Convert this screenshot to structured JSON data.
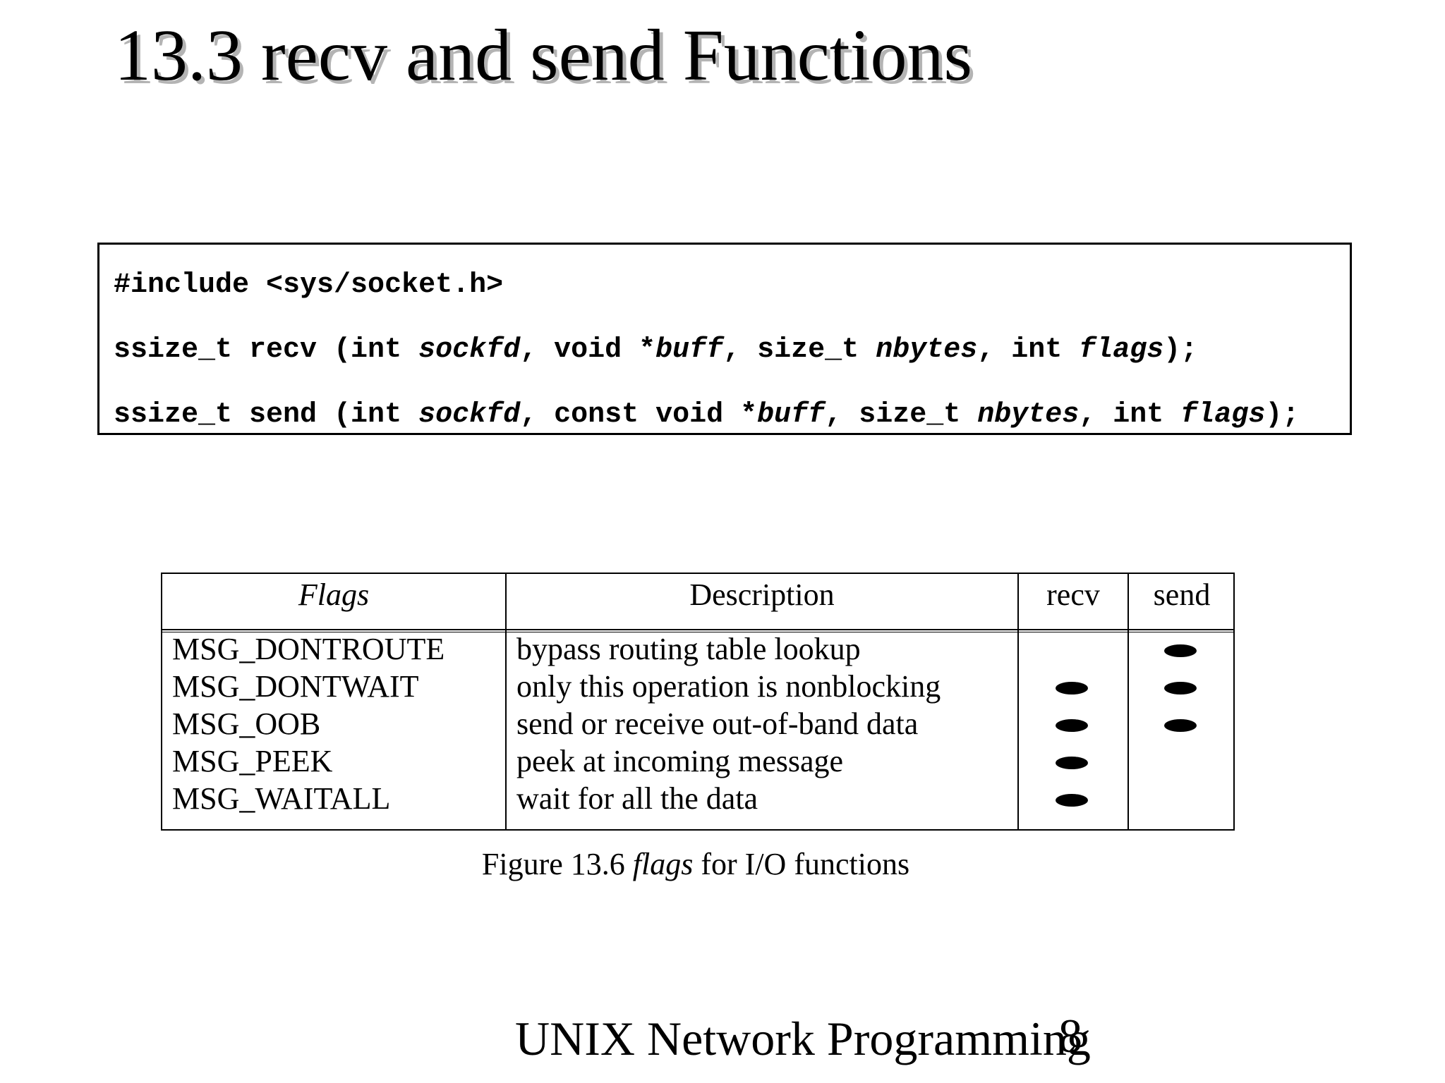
{
  "title": "13.3 recv and send Functions",
  "code": {
    "include": "#include <sys/socket.h>",
    "recv": {
      "p1": "ssize_t recv (int ",
      "a1": "sockfd",
      "p2": ", void *",
      "a2": "buff",
      "p3": ", size_t ",
      "a3": "nbytes",
      "p4": ", int ",
      "a4": "flags",
      "p5": ");"
    },
    "send": {
      "p1": "ssize_t send (int ",
      "a1": "sockfd",
      "p2": ", const void *",
      "a2": "buff",
      "p3": ", size_t ",
      "a3": "nbytes",
      "p4": ", int ",
      "a4": "flags",
      "p5": ");"
    }
  },
  "table": {
    "headers": {
      "flags": "Flags",
      "description": "Description",
      "recv": "recv",
      "send": "send"
    },
    "rows": [
      {
        "flag": "MSG_DONTROUTE",
        "description": "bypass routing table lookup",
        "recv": false,
        "send": true
      },
      {
        "flag": "MSG_DONTWAIT",
        "description": "only this operation is nonblocking",
        "recv": true,
        "send": true
      },
      {
        "flag": "MSG_OOB",
        "description": "send or receive out-of-band data",
        "recv": true,
        "send": true
      },
      {
        "flag": "MSG_PEEK",
        "description": "peek at incoming message",
        "recv": true,
        "send": false
      },
      {
        "flag": "MSG_WAITALL",
        "description": "wait for all the data",
        "recv": true,
        "send": false
      }
    ]
  },
  "caption": {
    "prefix": "Figure 13.6 ",
    "italic": "flags",
    "suffix": " for I/O functions"
  },
  "footer": {
    "text": "UNIX Network Programming",
    "page": "8"
  }
}
